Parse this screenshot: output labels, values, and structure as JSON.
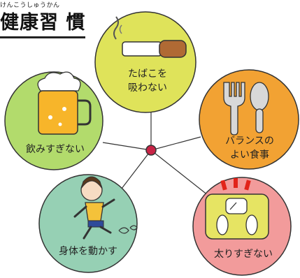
{
  "title": "健康習 慣",
  "title_ruby": "けんこうしゅうかん",
  "colors": {
    "smoking": "#dfe35a",
    "balance": "#f2a233",
    "weight": "#f29b9b",
    "exercise": "#96d0b4",
    "drinking": "#b2db6c",
    "hub": "#c82346",
    "outline": "#333333"
  },
  "habits": [
    {
      "id": "smoking",
      "lines": [
        "たばこを",
        "吸わない"
      ],
      "icon": "cigarette-icon"
    },
    {
      "id": "balance",
      "lines": [
        "バランスの",
        "よい食事"
      ],
      "icon": "fork-spoon-icon"
    },
    {
      "id": "weight",
      "lines": [
        "太りすぎない"
      ],
      "icon": "scale-icon"
    },
    {
      "id": "exercise",
      "lines": [
        "身体を動かす"
      ],
      "icon": "running-girl-icon"
    },
    {
      "id": "drinking",
      "lines": [
        "飲みすぎない"
      ],
      "icon": "beer-mug-icon"
    }
  ]
}
